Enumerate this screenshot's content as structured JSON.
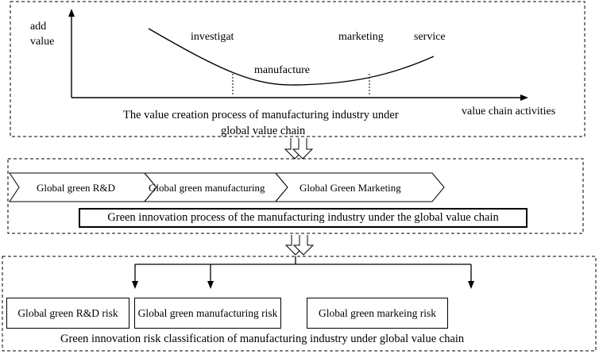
{
  "top_panel": {
    "y_axis_label_line1": "add",
    "y_axis_label_line2": "value",
    "x_axis_label": "value chain activities",
    "curve_labels": {
      "investigation": "investigat",
      "manufacture": "manufacture",
      "marketing": "marketing",
      "service": "service"
    },
    "caption_line1": "The value creation process of manufacturing industry under",
    "caption_line2": "global value chain"
  },
  "middle_panel": {
    "stages": [
      "Global green R&D",
      "Global green manufacturing",
      "Global Green Marketing"
    ],
    "caption": "Green innovation process of the manufacturing industry under the global value chain"
  },
  "bottom_panel": {
    "risks": [
      "Global green R&D risk",
      "Global green manufacturing risk",
      "Global green markeing risk"
    ],
    "caption": "Green innovation risk classification of manufacturing industry under global value chain"
  }
}
